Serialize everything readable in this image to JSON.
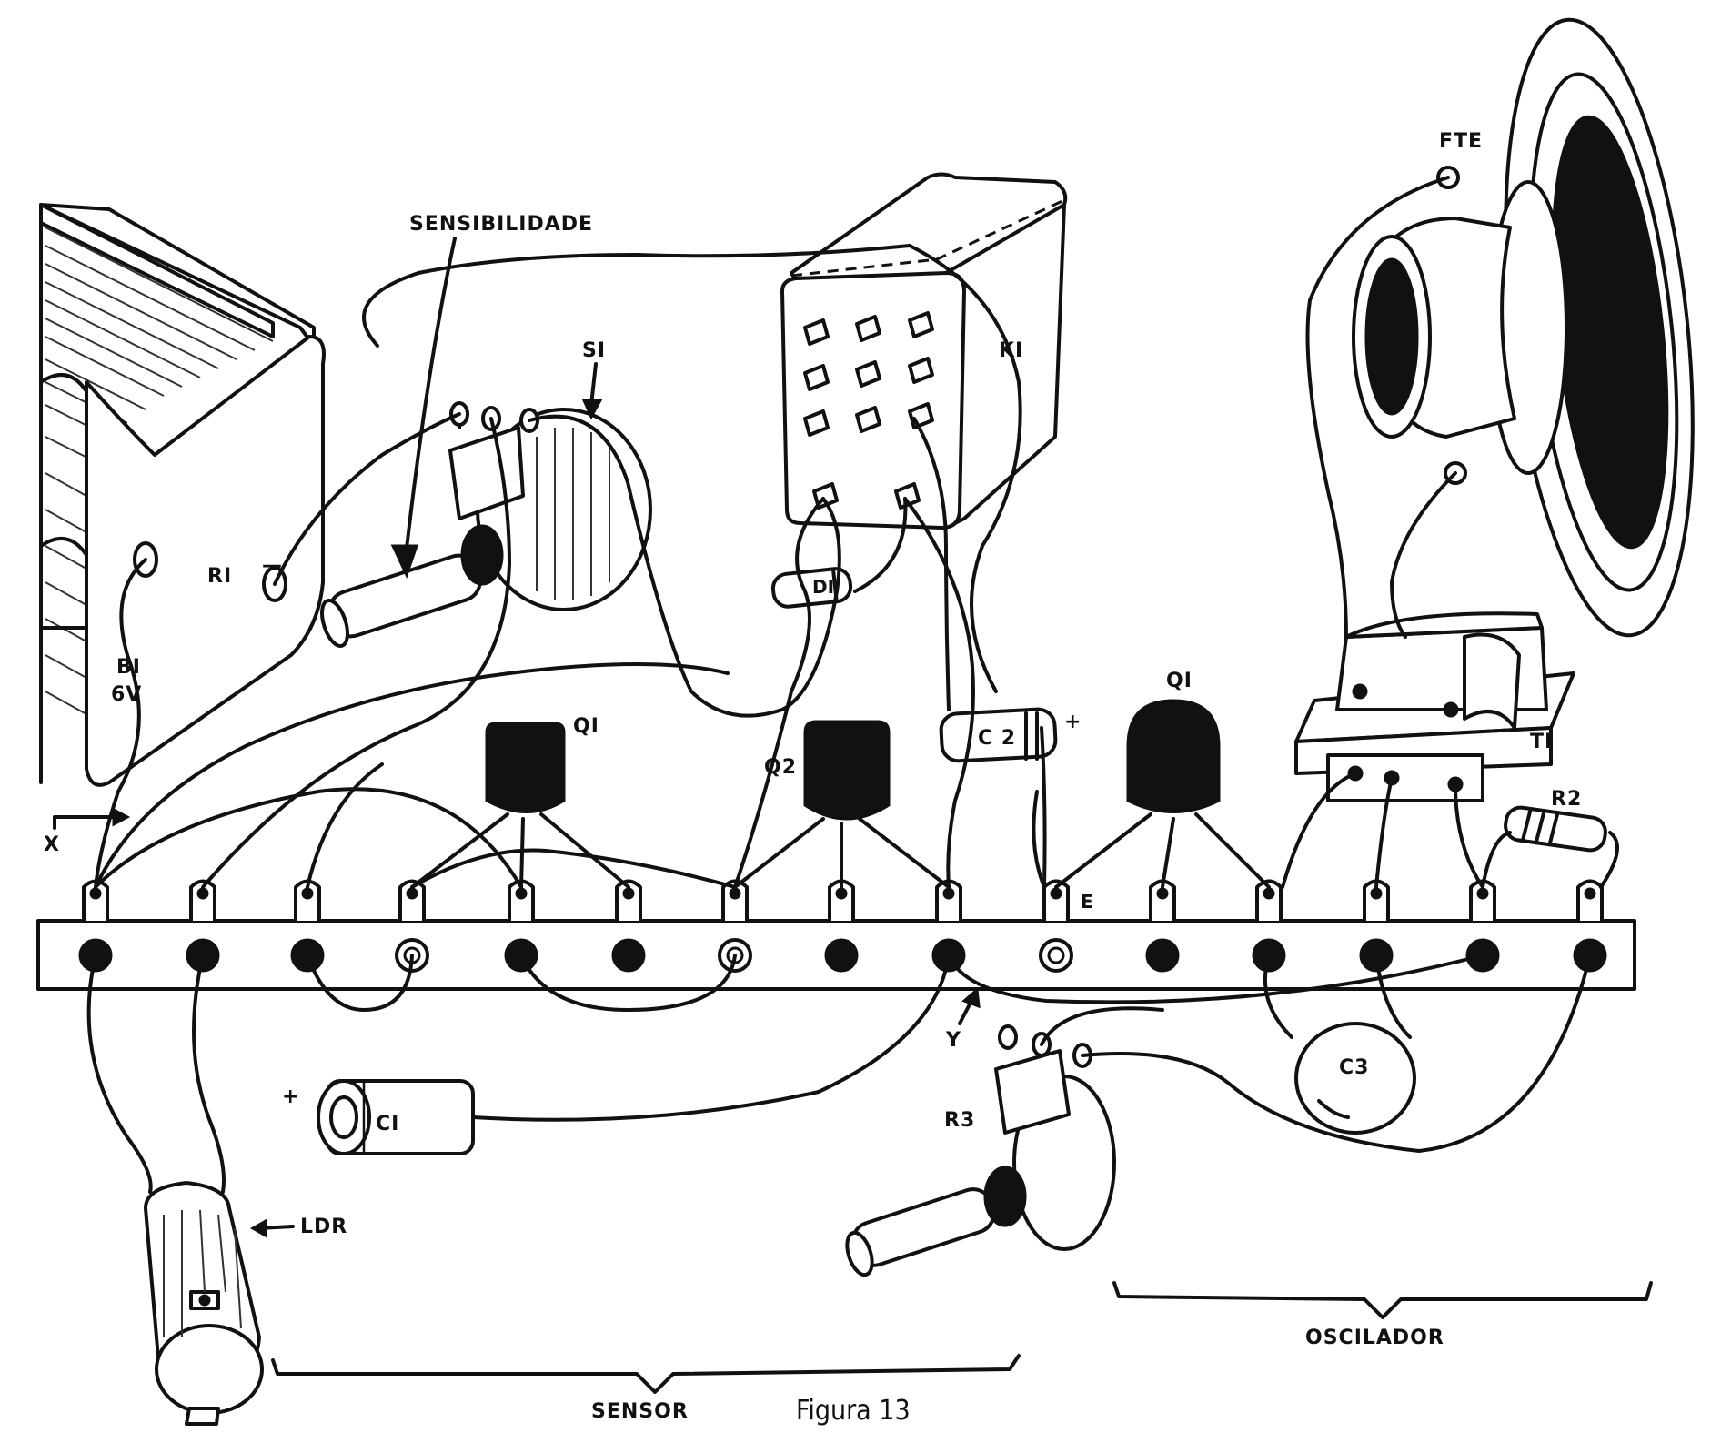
{
  "labels": {
    "sensibilidade": "SENSIBILIDADE",
    "s1": "SI",
    "k1": "KI",
    "fte": "FTE",
    "r1": "RI",
    "minus": "—",
    "b1_name": "BI",
    "b1_voltage": "6V",
    "d1": "DI",
    "q1_left": "QI",
    "q2": "Q2",
    "c2": "C 2",
    "c2_plus": "+",
    "q1_right": "QI",
    "t1": "TI",
    "r2": "R2",
    "x": "X",
    "e": "E",
    "y": "Y",
    "c1_plus": "+",
    "c1": "CI",
    "c3": "C3",
    "r3": "R3",
    "ldr": "LDR",
    "sensor": "SENSOR",
    "oscilador": "OSCILADOR",
    "caption": "Figura 13"
  },
  "terminal_strip": {
    "terminal_count": 15,
    "unused_terminals": [
      4,
      7,
      10
    ]
  }
}
